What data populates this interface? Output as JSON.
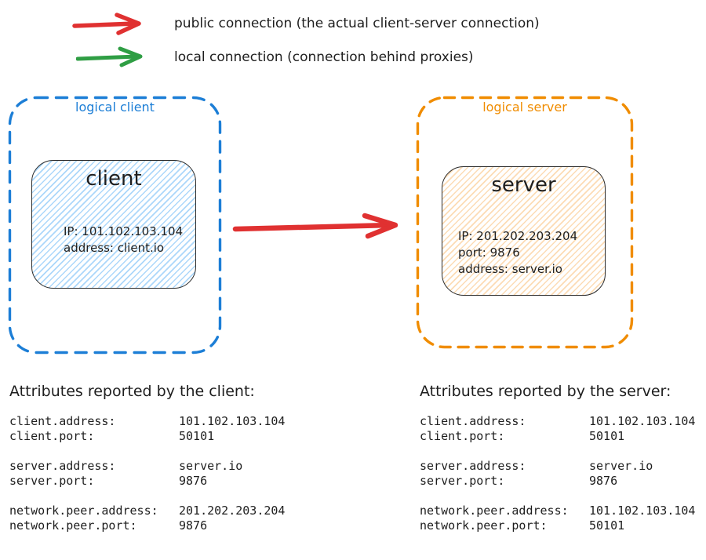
{
  "colors": {
    "public_connection": "#e03131",
    "local_connection": "#2f9e44",
    "logical_client_border": "#1c7ed6",
    "logical_server_border": "#f08c00",
    "client_node_fill": "#d3e9fb",
    "server_node_fill": "#faeedd",
    "node_border": "#2b2b2b",
    "text": "#1e1e1e"
  },
  "legend": {
    "public": {
      "label": "public connection (the actual client-server connection)",
      "arrow_color": "#e03131"
    },
    "local": {
      "label": "local connection (connection behind proxies)",
      "arrow_color": "#2f9e44"
    }
  },
  "diagram": {
    "client_group": {
      "label": "logical client",
      "node": {
        "title": "client",
        "lines": [
          "IP: 101.102.103.104",
          "address: client.io"
        ]
      }
    },
    "server_group": {
      "label": "logical server",
      "node": {
        "title": "server",
        "lines": [
          "IP: 201.202.203.204",
          "port: 9876",
          "address: server.io"
        ]
      }
    }
  },
  "attributes": {
    "client": {
      "title": "Attributes reported by the client:",
      "groups": [
        [
          {
            "name": "client.address:",
            "value": "101.102.103.104"
          },
          {
            "name": "client.port:",
            "value": "50101"
          }
        ],
        [
          {
            "name": "server.address:",
            "value": "server.io"
          },
          {
            "name": "server.port:",
            "value": "9876"
          }
        ],
        [
          {
            "name": "network.peer.address:",
            "value": "201.202.203.204"
          },
          {
            "name": "network.peer.port:",
            "value": "9876"
          }
        ]
      ]
    },
    "server": {
      "title": "Attributes reported by the server:",
      "groups": [
        [
          {
            "name": "client.address:",
            "value": "101.102.103.104"
          },
          {
            "name": "client.port:",
            "value": "50101"
          }
        ],
        [
          {
            "name": "server.address:",
            "value": "server.io"
          },
          {
            "name": "server.port:",
            "value": "9876"
          }
        ],
        [
          {
            "name": "network.peer.address:",
            "value": "101.102.103.104"
          },
          {
            "name": "network.peer.port:",
            "value": "50101"
          }
        ]
      ]
    }
  }
}
